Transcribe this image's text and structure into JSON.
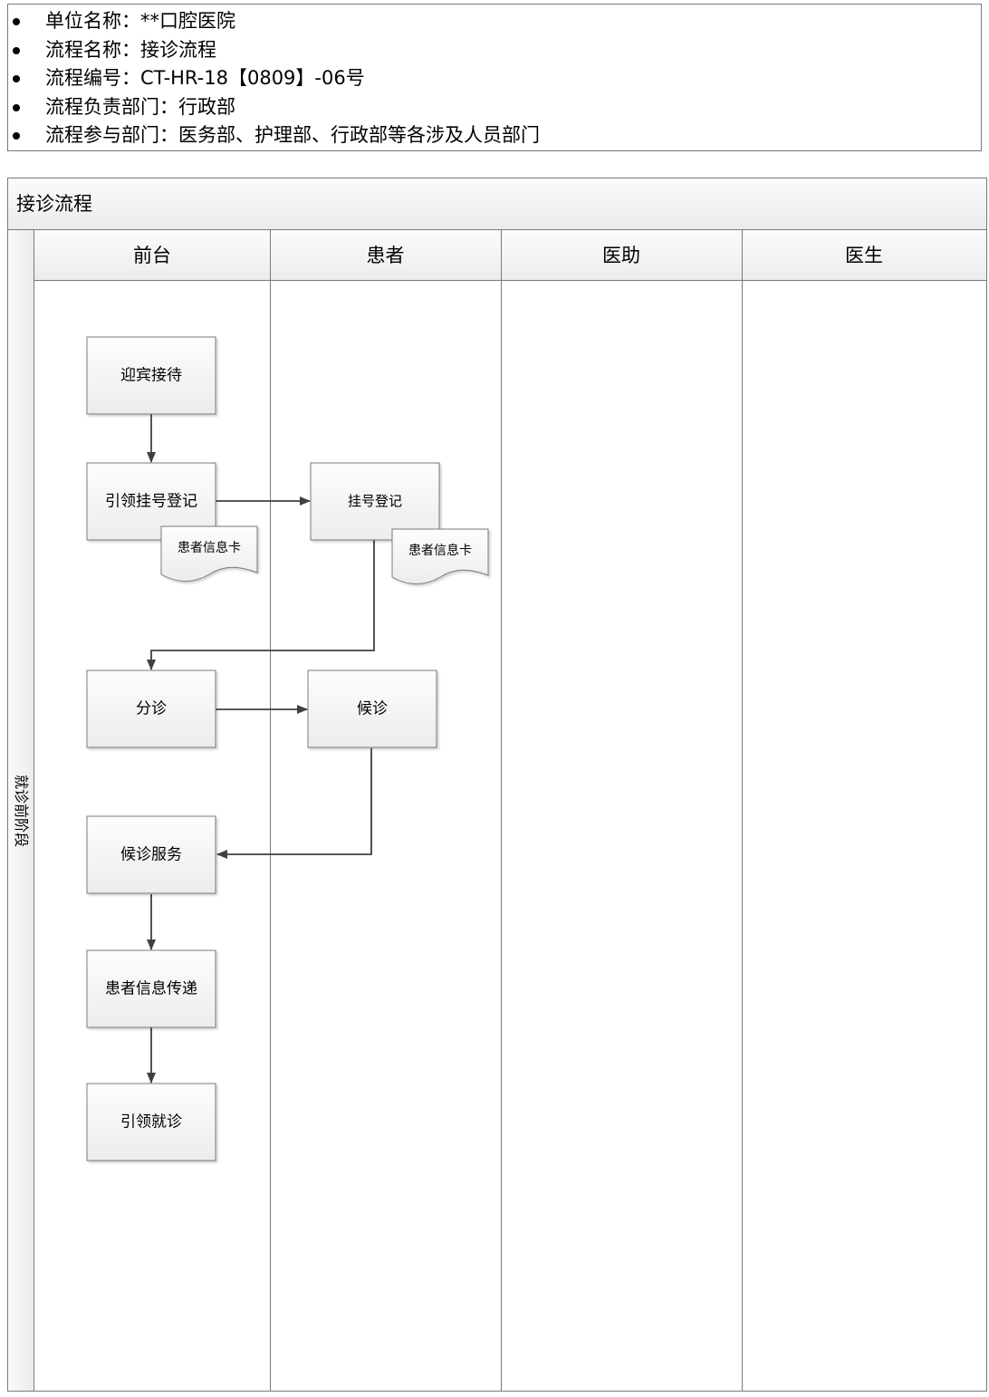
{
  "info": [
    "单位名称：**口腔医院",
    "流程名称：接诊流程",
    "流程编号：CT-HR-18【0809】-06号",
    "流程负责部门：行政部",
    "流程参与部门：医务部、护理部、行政部等各涉及人员部门"
  ],
  "process": {
    "title": "接诊流程",
    "phase": "就诊前阶段",
    "lanes": [
      "前台",
      "患者",
      "医助",
      "医生"
    ]
  },
  "nodes": {
    "welcome": "迎宾接待",
    "guide_register": "引领挂号登记",
    "register": "挂号登记",
    "triage": "分诊",
    "wait": "候诊",
    "wait_service": "候诊服务",
    "info_transfer": "患者信息传递",
    "guide_visit": "引领就诊"
  },
  "documents": {
    "card_front_desk": "患者信息卡",
    "card_patient": "患者信息卡"
  },
  "colors": {
    "box_fill_top": "#fdfdfd",
    "box_fill_bottom": "#ececec",
    "border": "#7a7a7a",
    "arrow": "#404040"
  }
}
